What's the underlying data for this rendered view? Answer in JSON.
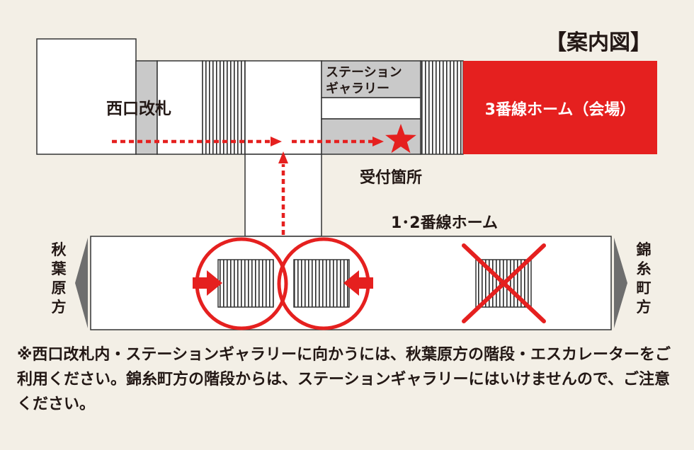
{
  "title": "【案内図】",
  "areas": {
    "west_gate": "西口改札",
    "gallery_line1": "ステーション",
    "gallery_line2": "ギャラリー",
    "platform3": "3番線ホーム（会場）",
    "reception": "受付箇所",
    "platform12": "1･2番線ホーム"
  },
  "directions": {
    "left": [
      "秋",
      "葉",
      "原",
      "方"
    ],
    "right": [
      "錦",
      "糸",
      "町",
      "方"
    ]
  },
  "note": "※西口改札内・ステーションギャラリーに向かうには、秋葉原方の階段・エスカレーターをご利用ください。錦糸町方の階段からは、ステーションギャラリーにはいけませんので、ご注意ください。",
  "colors": {
    "accent_red": "#e5201f",
    "gray": "#c9c9c9",
    "background": "#f3efe6",
    "text": "#231815"
  },
  "icons": {
    "reception_marker": "star-icon",
    "unavailable_stairs": "cross-icon",
    "direction_arrow": "triangle-arrow-icon"
  }
}
